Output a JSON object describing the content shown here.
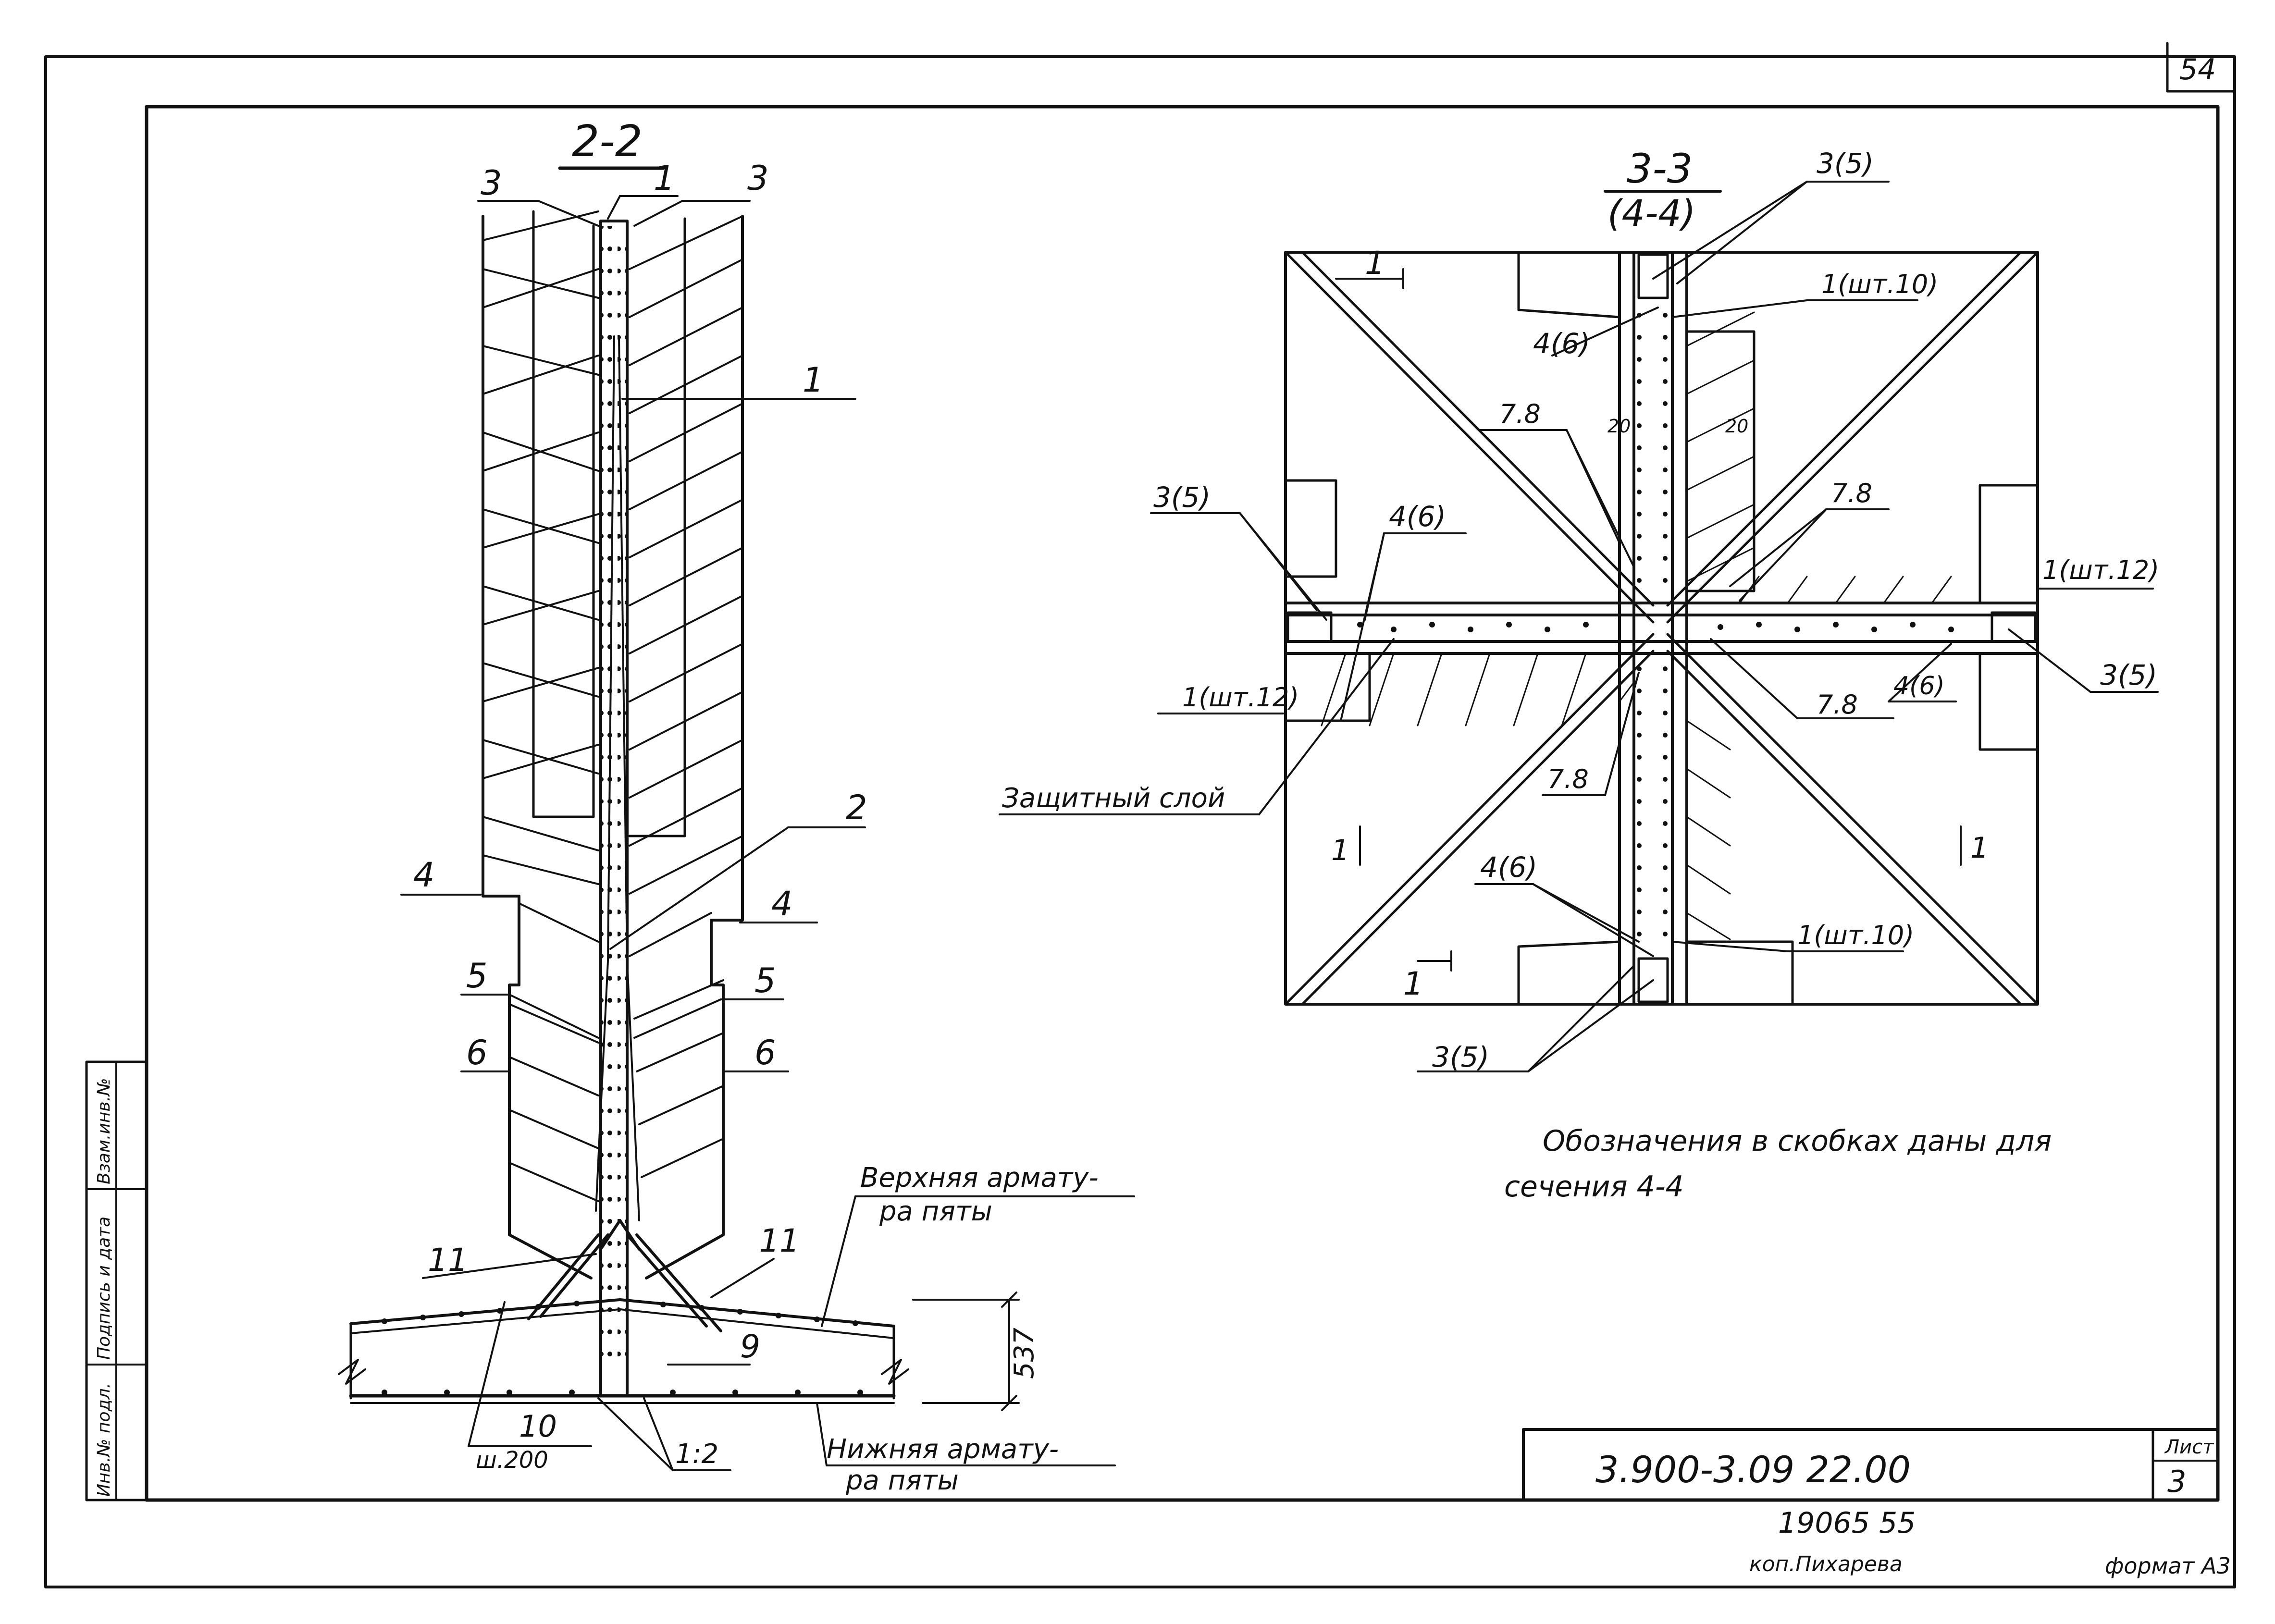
{
  "sheet": {
    "page_number": "54",
    "side_stamp": [
      "Инв.№ подл.",
      "Подпись и дата",
      "Взам.инв.№"
    ]
  },
  "section_22": {
    "title": "2-2",
    "labels": {
      "p1_top": "1",
      "p1_mid": "1",
      "p3_left": "3",
      "p3_right": "3",
      "p2": "2",
      "p4_left": "4",
      "p4_right": "4",
      "p5_left": "5",
      "p5_right": "5",
      "p6_left": "6",
      "p6_right": "6",
      "p11_left": "11",
      "p11_right": "11",
      "p9": "9",
      "p10": "10",
      "step": "ш.200",
      "slope": "1:2",
      "dim_height": "537",
      "top_rebar_1": "Верхняя армату-",
      "top_rebar_2": "ра пяты",
      "bottom_rebar_1": "Нижняя армату-",
      "bottom_rebar_2": "ра пяты"
    }
  },
  "section_33": {
    "title": "3-3",
    "subtitle": "(4-4)",
    "labels": {
      "top_35": "3(5)",
      "top_sht10": "1(шт.10)",
      "top_46": "4(6)",
      "left_cut_1": "1",
      "left_78": "7.8",
      "dim_a": "20",
      "dim_b": "20",
      "right_78": "7.8",
      "left_35": "3(5)",
      "left_46": "4(6)",
      "right_sht12": "1(шт.12)",
      "left_sht12": "1(шт.12)",
      "right_78_low": "7.8",
      "right_46": "4(6)",
      "right_35": "3(5)",
      "protective_layer": "Защитный слой",
      "bottom_78": "7.8",
      "cut_1_bottom_left": "1",
      "cut_1_bottom_right": "1",
      "bottom_46": "4(6)",
      "bottom_sht10": "1(шт.10)",
      "cut_1_foot": "1",
      "bottom_35": "3(5)"
    },
    "note_line1": "Обозначения в скобках даны для",
    "note_line2": "сечения 4-4"
  },
  "title_block": {
    "code": "3.900-3.09 22.00",
    "sheet_label": "Лист",
    "sheet_number": "3",
    "archive_number": "19065 55",
    "copied_by": "коп.Пихарева",
    "format": "формат А3"
  }
}
